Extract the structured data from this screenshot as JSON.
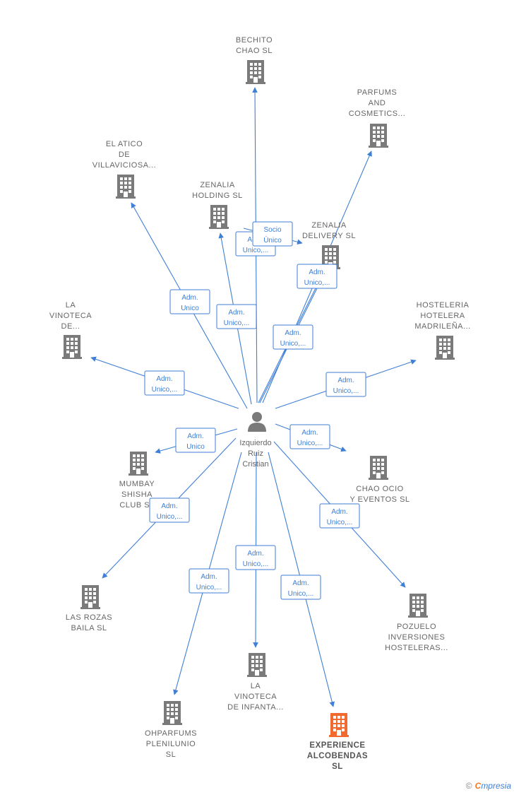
{
  "center": {
    "name": [
      "Izquierdo",
      "Ruiz",
      "Cristian"
    ]
  },
  "companies": [
    {
      "id": "bechito",
      "lines": [
        "BECHITO",
        "CHAO  SL"
      ],
      "highlight": false
    },
    {
      "id": "parfums",
      "lines": [
        "PARFUMS",
        "AND",
        "COSMETICS..."
      ],
      "highlight": false
    },
    {
      "id": "atico",
      "lines": [
        "EL ATICO",
        "DE",
        "VILLAVICIOSA..."
      ],
      "highlight": false
    },
    {
      "id": "zenalia-holding",
      "lines": [
        "ZENALIA",
        "HOLDING  SL"
      ],
      "highlight": false
    },
    {
      "id": "zenalia-delivery",
      "lines": [
        "ZENALIA",
        "DELIVERY  SL"
      ],
      "highlight": false
    },
    {
      "id": "la-vinoteca-de",
      "lines": [
        "LA",
        "VINOTECA",
        "DE..."
      ],
      "highlight": false
    },
    {
      "id": "hosteleria",
      "lines": [
        "HOSTELERIA",
        "HOTELERA",
        "MADRILEÑA..."
      ],
      "highlight": false
    },
    {
      "id": "mumbay",
      "lines": [
        "MUMBAY",
        "SHISHA",
        "CLUB  SL"
      ],
      "highlight": false
    },
    {
      "id": "chao-ocio",
      "lines": [
        "CHAO OCIO",
        "Y EVENTOS  SL"
      ],
      "highlight": false
    },
    {
      "id": "rozas",
      "lines": [
        "LAS ROZAS",
        "BAILA  SL"
      ],
      "highlight": false
    },
    {
      "id": "pozuelo",
      "lines": [
        "POZUELO",
        "INVERSIONES",
        "HOSTELERAS..."
      ],
      "highlight": false
    },
    {
      "id": "vinoteca-infanta",
      "lines": [
        "LA",
        "VINOTECA",
        "DE INFANTA..."
      ],
      "highlight": false
    },
    {
      "id": "ohparfums",
      "lines": [
        "OHPARFUMS",
        "PLENILUNIO",
        "SL"
      ],
      "highlight": false
    },
    {
      "id": "experience",
      "lines": [
        "EXPERIENCE",
        "ALCOBENDAS",
        "SL"
      ],
      "highlight": true
    }
  ],
  "edges": [
    {
      "to": "bechito",
      "label": [
        "Adm.",
        "Unico,..."
      ]
    },
    {
      "to": "parfums",
      "label": [
        "Adm.",
        "Unico,..."
      ]
    },
    {
      "to": "atico",
      "label": [
        "Adm.",
        "Unico"
      ]
    },
    {
      "to": "zenalia-holding",
      "label": [
        "Adm.",
        "Unico,..."
      ]
    },
    {
      "to": "zenalia-delivery",
      "label": [
        "Adm.",
        "Unico,..."
      ]
    },
    {
      "to": "zenalia-delivery-socio",
      "label": [
        "Socio",
        "Único"
      ]
    },
    {
      "to": "la-vinoteca-de",
      "label": [
        "Adm.",
        "Unico,..."
      ]
    },
    {
      "to": "hosteleria",
      "label": [
        "Adm.",
        "Unico,..."
      ]
    },
    {
      "to": "mumbay",
      "label": [
        "Adm.",
        "Unico"
      ]
    },
    {
      "to": "chao-ocio",
      "label": [
        "Adm.",
        "Unico,..."
      ]
    },
    {
      "to": "rozas",
      "label": [
        "Adm.",
        "Unico,..."
      ]
    },
    {
      "to": "pozuelo",
      "label": [
        "Adm.",
        "Unico,..."
      ]
    },
    {
      "to": "vinoteca-infanta",
      "label": [
        "Adm.",
        "Unico,..."
      ]
    },
    {
      "to": "ohparfums",
      "label": [
        "Adm.",
        "Unico,..."
      ]
    },
    {
      "to": "experience",
      "label": [
        "Adm.",
        "Unico,..."
      ]
    },
    {
      "to": "extra",
      "label": [
        "Adm.",
        "Unico,..."
      ]
    }
  ],
  "footer": {
    "copyright": "©",
    "brand_e": "C",
    "brand_rest": "mpresia"
  },
  "colors": {
    "accent": "#3f7fd6",
    "building": "#7a7a7a",
    "highlight": "#f26a2e"
  }
}
